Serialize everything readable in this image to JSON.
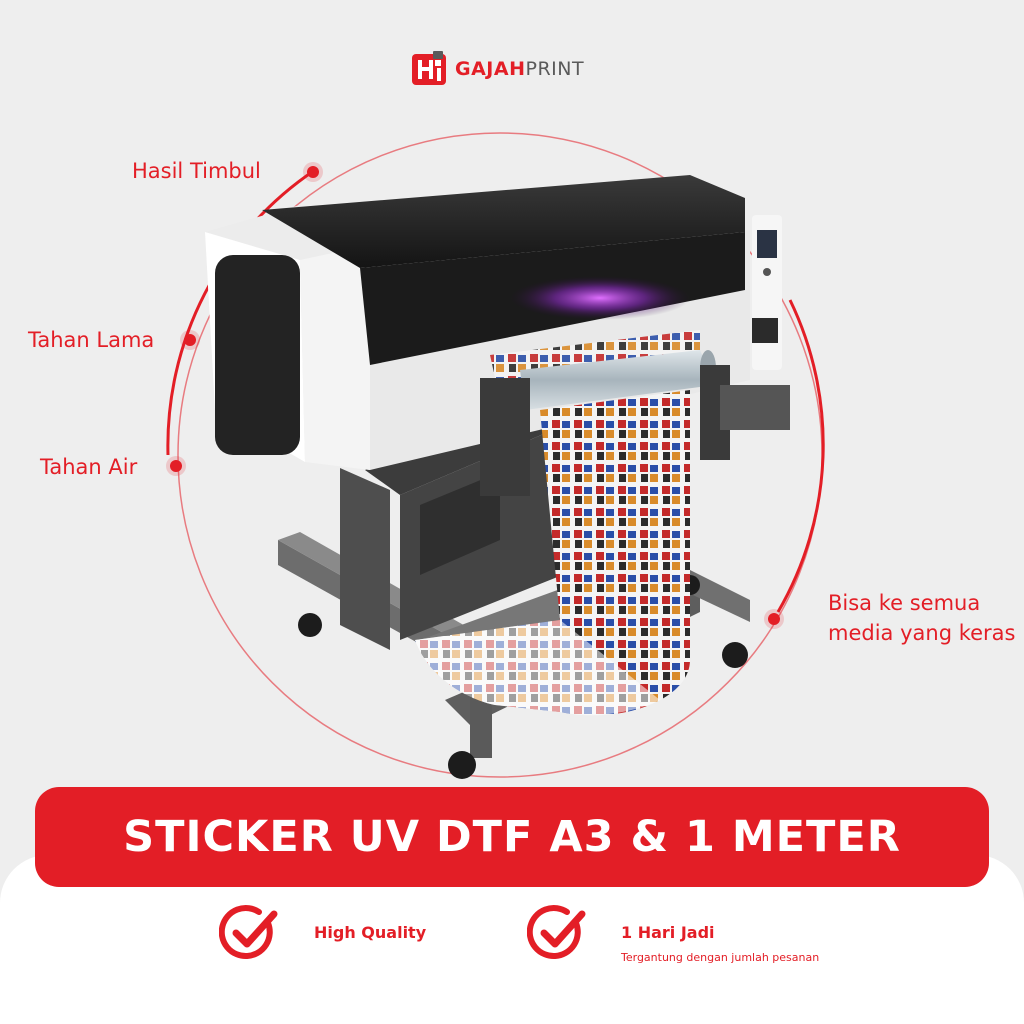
{
  "brand": {
    "name_bold": "GAJAH",
    "name_regular": "PRINT",
    "logo_icon": "gajahprint-logo-icon"
  },
  "colors": {
    "accent": "#e31e26",
    "background": "#eeeeee",
    "panel": "#ffffff",
    "logo_gray": "#5a5a5a"
  },
  "callouts": {
    "hasil_timbul": "Hasil Timbul",
    "tahan_lama": "Tahan Lama",
    "tahan_air": "Tahan Air",
    "media_keras": "Bisa ke semua media yang keras"
  },
  "product_image": "uv-dtf-printer-image",
  "title": "STICKER UV DTF A3 & 1 METER",
  "features": [
    {
      "icon": "check-circle-icon",
      "label": "High Quality"
    },
    {
      "icon": "check-circle-icon",
      "label": "1 Hari Jadi",
      "note": "Tergantung dengan jumlah pesanan"
    }
  ]
}
